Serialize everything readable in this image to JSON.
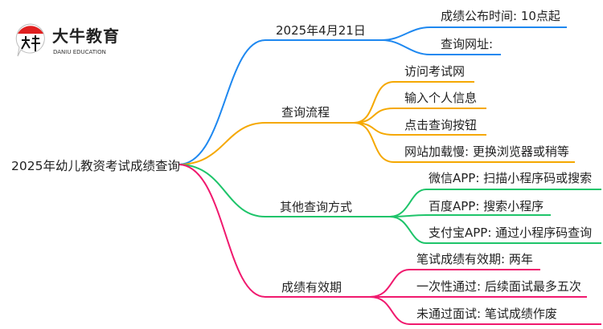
{
  "logo": {
    "name": "大牛教育",
    "sub": "DANIU EDUCATION",
    "mark": "大牛"
  },
  "root": "2025年幼儿教资考试成绩查询",
  "colors": {
    "b1": "#1e88f0",
    "b2": "#f5a800",
    "b3": "#1ec46a",
    "b4": "#f0196e"
  },
  "branches": [
    {
      "label": "2025年4月21日",
      "children": [
        "成绩公布时间: 10点起",
        "查询网址:"
      ]
    },
    {
      "label": "查询流程",
      "children": [
        "访问考试网",
        "输入个人信息",
        "点击查询按钮",
        "网站加载慢: 更换浏览器或稍等"
      ]
    },
    {
      "label": "其他查询方式",
      "children": [
        "微信APP: 扫描小程序码或搜索",
        "百度APP: 搜索小程序",
        "支付宝APP: 通过小程序码查询"
      ]
    },
    {
      "label": "成绩有效期",
      "children": [
        "笔试成绩有效期: 两年",
        "一次性通过: 后续面试最多五次",
        "未通过面试: 笔试成绩作废"
      ]
    }
  ]
}
